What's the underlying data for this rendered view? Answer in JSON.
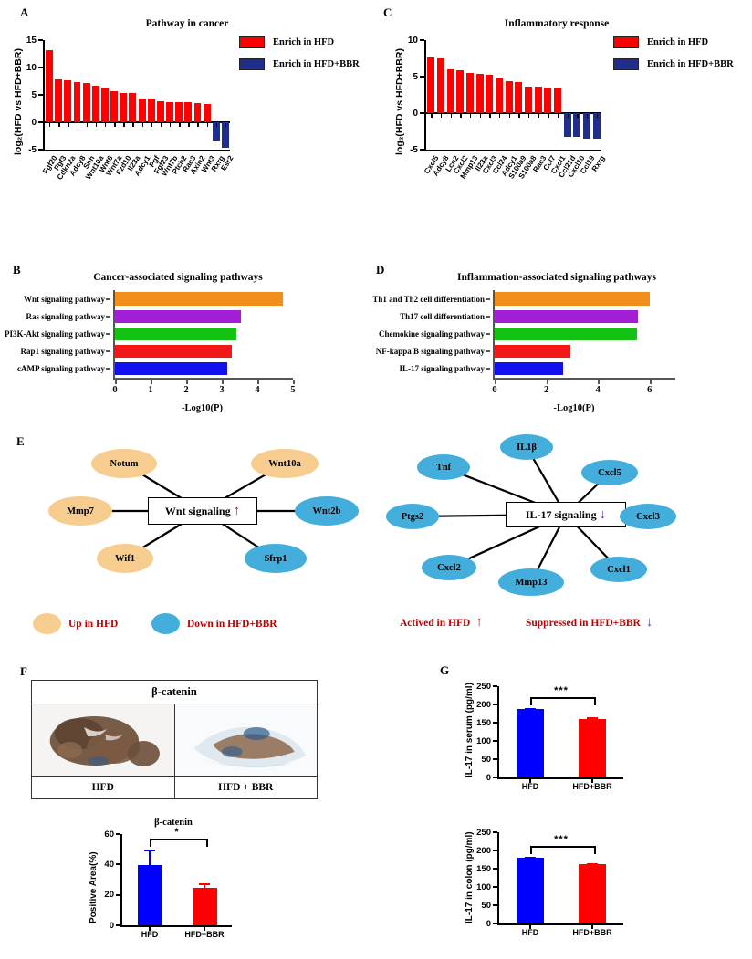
{
  "panels": {
    "a": "A",
    "b": "B",
    "c": "C",
    "d": "D",
    "e": "E",
    "f": "F",
    "g": "G"
  },
  "legend_enrich": {
    "hfd_label": "Enrich in HFD",
    "bbr_label": "Enrich in HFD+BBR",
    "hfd_color": "#FF0000",
    "bbr_color": "#1F2E8C"
  },
  "chart_data": [
    {
      "id": "panel_a",
      "type": "bar",
      "title": "Pathway in cancer",
      "xlabel": "",
      "ylabel": "log₂(HFD vs HFD+BBR)",
      "ylim": [
        -5,
        15
      ],
      "yticks": [
        -5,
        0,
        5,
        10,
        15
      ],
      "grid": false,
      "legend_position": "top-right",
      "categories": [
        "Fgf20",
        "Fgf3",
        "Cdkn2a",
        "Adcy8",
        "Shh",
        "Wnt10a",
        "Wnt6",
        "Wnt7a",
        "Fzd10",
        "Il23a",
        "Adcy1",
        "Pgf",
        "Fgf23",
        "Wnt7b",
        "Ptch2",
        "Rac3",
        "Axin2",
        "Wnt3",
        "Rxrg",
        "Esr2"
      ],
      "values": [
        13.1,
        7.8,
        7.7,
        7.4,
        7.2,
        6.7,
        6.4,
        5.6,
        5.4,
        5.3,
        4.3,
        4.3,
        3.9,
        3.75,
        3.6,
        3.6,
        3.55,
        3.4,
        -3.4,
        -4.6
      ]
    },
    {
      "id": "panel_c",
      "type": "bar",
      "title": "Inflammatory response",
      "xlabel": "",
      "ylabel": "log₂(HFD vs HFD+BBR)",
      "ylim": [
        -5,
        10
      ],
      "yticks": [
        -5,
        0,
        5,
        10
      ],
      "grid": false,
      "legend_position": "top-right",
      "categories": [
        "Cxcl5",
        "Adcy8",
        "Lcn2",
        "Cxcl2",
        "Mmp13",
        "Il23a",
        "Cxcl3",
        "Ccl24",
        "Adcy1",
        "S100a9",
        "S100a8",
        "Rac3",
        "Ccl7",
        "Cxcl1",
        "Ccl21d",
        "Cxcl10",
        "Ccl19",
        "Rxrg"
      ],
      "values": [
        7.6,
        7.45,
        6.0,
        5.9,
        5.5,
        5.4,
        5.3,
        4.85,
        4.4,
        4.3,
        3.65,
        3.6,
        3.55,
        3.5,
        -3.2,
        -3.25,
        -3.45,
        -3.45
      ]
    },
    {
      "id": "panel_b",
      "type": "bar",
      "orientation": "horizontal",
      "title": "Cancer-associated signaling pathways",
      "xlabel": "-Log10(P)",
      "ylabel": "",
      "xlim": [
        0,
        5
      ],
      "xticks": [
        0,
        1,
        2,
        3,
        4,
        5
      ],
      "grid": false,
      "categories": [
        "Wnt signaling pathway",
        "Ras signaling pathway",
        "PI3K-Akt signaling pathway",
        "Rap1 signaling pathway",
        "cAMP signaling pathway"
      ],
      "values": [
        4.72,
        3.54,
        3.42,
        3.27,
        3.16
      ],
      "colors": [
        "#F28E1C",
        "#A21FD6",
        "#13C213",
        "#F41717",
        "#1111F0"
      ]
    },
    {
      "id": "panel_d",
      "type": "bar",
      "orientation": "horizontal",
      "title": "Inflammation-associated signaling pathways",
      "xlabel": "-Log10(P)",
      "ylabel": "",
      "xlim": [
        0,
        7
      ],
      "xticks": [
        0,
        2,
        4,
        6
      ],
      "grid": false,
      "categories": [
        "Th1 and Th2 cell differentiation",
        "Th17 cell differentiation",
        "Chemokine signaling pathway",
        "NF-kappa B signaling pathway",
        "IL-17 signaling pathway"
      ],
      "values": [
        6.02,
        5.56,
        5.5,
        2.94,
        2.65
      ],
      "colors": [
        "#F28E1C",
        "#A21FD6",
        "#13C213",
        "#F41717",
        "#1111F0"
      ]
    },
    {
      "id": "panel_f_quant",
      "type": "bar",
      "title": "β-catenin",
      "xlabel": "",
      "ylabel": "Positive Area(%)",
      "ylim": [
        0,
        60
      ],
      "yticks": [
        0,
        20,
        40,
        60
      ],
      "categories": [
        "HFD",
        "HFD+BBR"
      ],
      "values": [
        39.5,
        24.8
      ],
      "errors": [
        10.2,
        2.6
      ],
      "colors": [
        "#0000FF",
        "#FF0000"
      ],
      "significance": "*"
    },
    {
      "id": "panel_g_serum",
      "type": "bar",
      "title": "",
      "xlabel": "",
      "ylabel": "IL-17 in serum (pg/ml)",
      "ylim": [
        0,
        250
      ],
      "yticks": [
        0,
        50,
        100,
        150,
        200,
        250
      ],
      "categories": [
        "HFD",
        "HFD+BBR"
      ],
      "values": [
        187,
        161
      ],
      "errors": [
        4,
        4
      ],
      "colors": [
        "#0000FF",
        "#FF0000"
      ],
      "significance": "***"
    },
    {
      "id": "panel_g_colon",
      "type": "bar",
      "title": "",
      "xlabel": "",
      "ylabel": "IL-17 in colon (pg/ml)",
      "ylim": [
        0,
        250
      ],
      "yticks": [
        0,
        50,
        100,
        150,
        200,
        250
      ],
      "categories": [
        "HFD",
        "HFD+BBR"
      ],
      "values": [
        180,
        162
      ],
      "errors": [
        3,
        4
      ],
      "colors": [
        "#0000FF",
        "#FF0000"
      ],
      "significance": "***"
    }
  ],
  "network_left": {
    "hub": "Wnt signaling",
    "hub_arrow": "↑",
    "hub_arrow_color": "#E00000",
    "nodes": [
      {
        "label": "Notum",
        "color": "#F7CC8F"
      },
      {
        "label": "Wnt10a",
        "color": "#F7CC8F"
      },
      {
        "label": "Mmp7",
        "color": "#F7CC8F"
      },
      {
        "label": "Wnt2b",
        "color": "#43AEDC"
      },
      {
        "label": "Wif1",
        "color": "#F7CC8F"
      },
      {
        "label": "Sfrp1",
        "color": "#43AEDC"
      }
    ]
  },
  "network_right": {
    "hub": "IL-17 signaling",
    "hub_arrow": "↓",
    "hub_arrow_color": "#7030A0",
    "nodes": [
      {
        "label": "IL1β",
        "color": "#43AEDC"
      },
      {
        "label": "Tnf",
        "color": "#43AEDC"
      },
      {
        "label": "Cxcl5",
        "color": "#43AEDC"
      },
      {
        "label": "Ptgs2",
        "color": "#43AEDC"
      },
      {
        "label": "Cxcl3",
        "color": "#43AEDC"
      },
      {
        "label": "Cxcl2",
        "color": "#43AEDC"
      },
      {
        "label": "Mmp13",
        "color": "#43AEDC"
      },
      {
        "label": "Cxcl1",
        "color": "#43AEDC"
      }
    ]
  },
  "network_legend": {
    "up_color": "#F7CC8F",
    "up_label": "Up in HFD",
    "down_color": "#43AEDC",
    "down_label": "Down in HFD+BBR",
    "activated_label": "Actived in HFD",
    "activated_arrow": "↑",
    "suppressed_label": "Suppressed in HFD+BBR",
    "suppressed_arrow": "↓"
  },
  "panel_f": {
    "header": "β-catenin",
    "left_label": "HFD",
    "right_label": "HFD + BBR"
  }
}
